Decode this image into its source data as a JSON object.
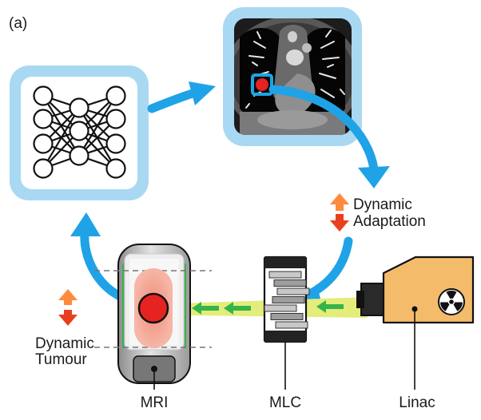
{
  "panel_label": "(a)",
  "labels": {
    "dynamic_adaptation": [
      "Dynamic",
      "Adaptation"
    ],
    "dynamic_tumour": [
      "Dynamic",
      "Tumour"
    ],
    "mri": "MRI",
    "mlc": "MLC",
    "linac": "Linac"
  },
  "icons": {
    "network": "neural-network-icon",
    "ct": "ct-scan-icon",
    "radiation": "radiation-trefoil-icon"
  },
  "colors": {
    "blue_arrow": "#1fa3e6",
    "panel_frame": "#a9d9f2",
    "beam": "#e4ec7a",
    "green_arrow": "#35b44a",
    "orange_arrow": "#f05a2a",
    "linac_body": "#f4bb6b",
    "tumour": "#e52320",
    "tumour_halo": "#f08c79"
  }
}
